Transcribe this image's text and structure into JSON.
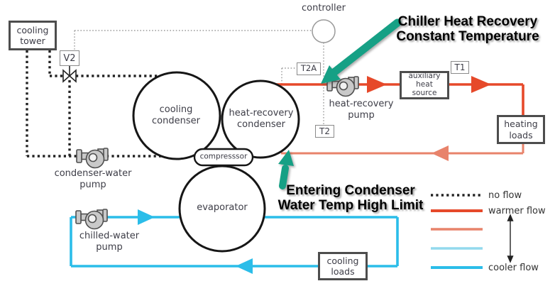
{
  "annotations": {
    "chiller": "Chiller Heat Recovery\nConstant Temperature",
    "entering": "Entering Condenser\nWater Temp High Limit"
  },
  "nodes": {
    "cooling_tower": "cooling\ntower",
    "controller": "controller",
    "cooling_condenser": "cooling\ncondenser",
    "heat_recovery_condenser": "heat-recovery\ncondenser",
    "compressor": "compresssor",
    "evaporator": "evaporator",
    "aux_heat_source": "auxiliary\nheat\nsource",
    "heating_loads": "heating\nloads",
    "cooling_loads": "cooling\nloads"
  },
  "sensors": {
    "v2": "V2",
    "t2a": "T2A",
    "t2": "T2",
    "t1": "T1"
  },
  "pumps": {
    "condenser_water": "condenser-water\npump",
    "heat_recovery": "heat-recovery\npump",
    "chilled_water": "chilled-water\npump"
  },
  "legend": {
    "no_flow": "no flow",
    "warmer_flow": "warmer flow",
    "cooler_flow": "cooler flow"
  },
  "colors": {
    "warm_supply": "#e6492a",
    "warm_return": "#e8836b",
    "cool_flow": "#2bbde9",
    "cool_light": "#93d9ed",
    "no_flow": "#222222",
    "wire": "#9b9b9b",
    "pump_gray": "#c9c9c9",
    "annotation_green": "#16a085"
  }
}
